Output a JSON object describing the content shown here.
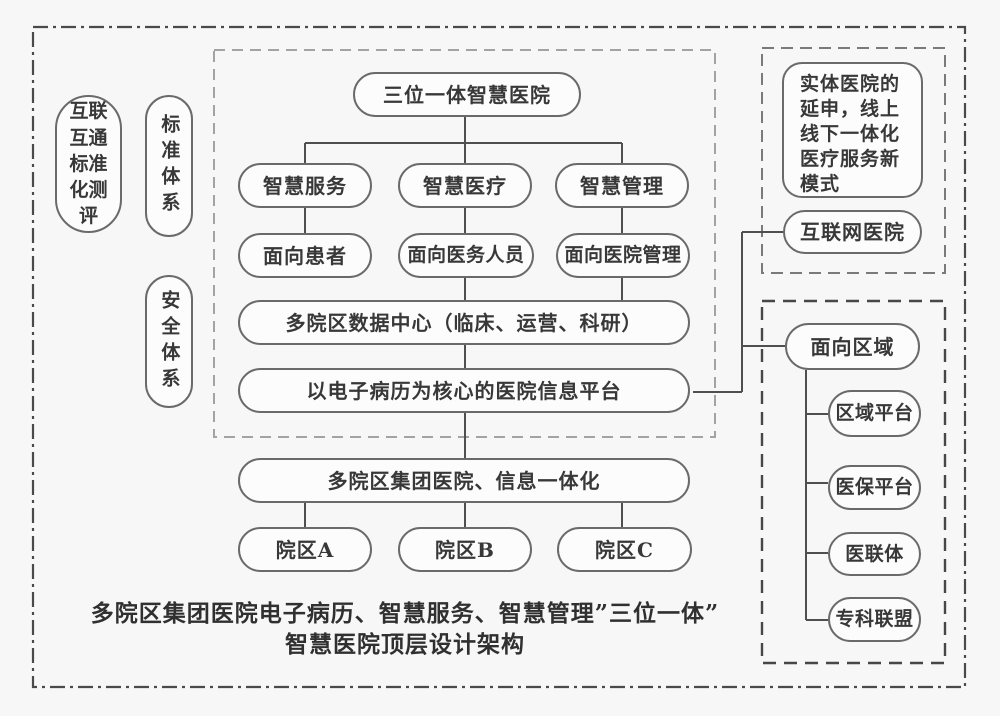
{
  "colors": {
    "background": "#f7f7f7",
    "line": "#4f4f4f",
    "pill_border": "#6a6a6a",
    "text": "#383838"
  },
  "side_panels": {
    "interop_label": "互联互通标准化测评",
    "standard_label": "标准体系",
    "security_label": "安全体系"
  },
  "tree": {
    "root": "三位一体智慧医院",
    "branches": [
      {
        "label": "智慧服务",
        "audience": "面向患者"
      },
      {
        "label": "智慧医疗",
        "audience": "面向医务人员"
      },
      {
        "label": "智慧管理",
        "audience": "面向医院管理"
      }
    ],
    "data_center": "多院区数据中心（临床、运营、科研）",
    "platform": "以电子病历为核心的医院信息平台",
    "group": "多院区集团医院、信息一体化",
    "campuses": [
      "院区A",
      "院区B",
      "院区C"
    ]
  },
  "right_top": {
    "note": "实体医院的\n延申，线上\n线下一体化\n医疗服务新\n模式",
    "node": "互联网医院"
  },
  "right_bottom": {
    "node": "面向区域",
    "children": [
      "区域平台",
      "医保平台",
      "医联体",
      "专科联盟"
    ]
  },
  "caption": {
    "line1": "多院区集团医院电子病历、智慧服务、智慧管理”三位一体”",
    "line2": "智慧医院顶层设计架构"
  }
}
